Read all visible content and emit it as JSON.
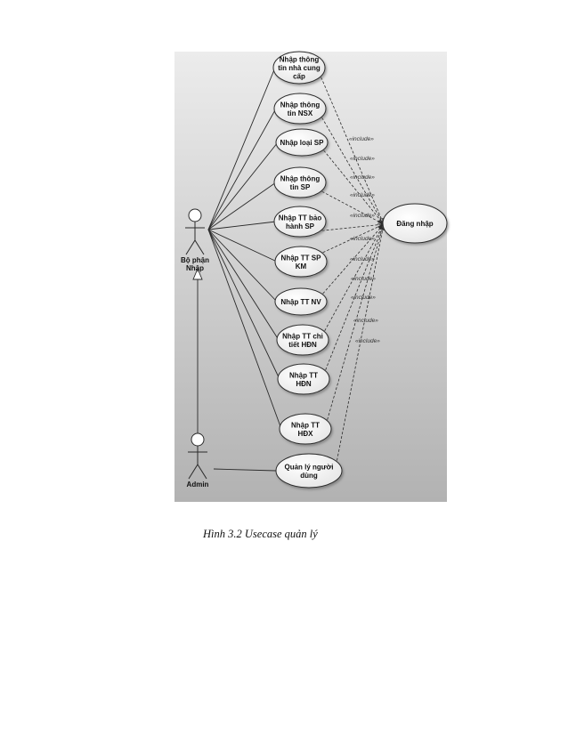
{
  "diagram": {
    "actors": {
      "bo_phan_nhap": [
        "Bộ phận",
        "Nhập"
      ],
      "admin": [
        "Admin"
      ]
    },
    "usecases": {
      "uc1": [
        "Nhập thông",
        "tin nhà cung",
        "cấp"
      ],
      "uc2": [
        "Nhập thông",
        "tin NSX"
      ],
      "uc3": [
        "Nhập loại SP"
      ],
      "uc4": [
        "Nhập thông",
        "tin SP"
      ],
      "uc5": [
        "Nhập TT bảo",
        "hành SP"
      ],
      "uc6": [
        "Nhập TT SP",
        "KM"
      ],
      "uc7": [
        "Nhập TT NV"
      ],
      "uc8": [
        "Nhập TT chi",
        "tiết HĐN"
      ],
      "uc9": [
        "Nhập TT",
        "HĐN"
      ],
      "uc10": [
        "Nhập TT",
        "HĐX"
      ],
      "uc11": [
        "Quản lý người",
        "dùng"
      ],
      "login": [
        "Đăng nhập"
      ]
    },
    "include_label": "«include»"
  },
  "caption": "Hình 3.2  Usecase quản lý"
}
